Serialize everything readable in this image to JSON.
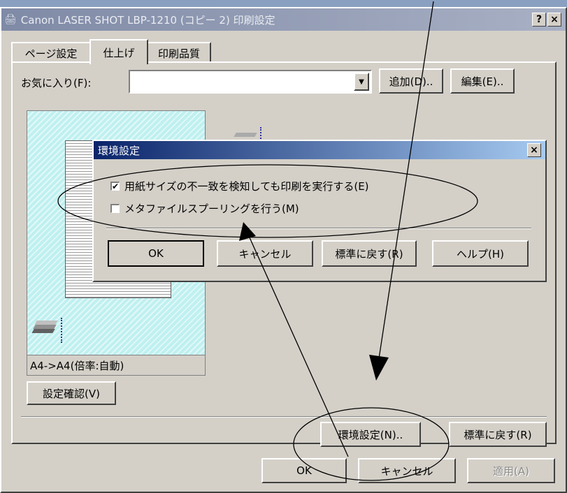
{
  "window": {
    "title": "Canon LASER SHOT LBP-1210 (コピー 2) 印刷設定",
    "help_btn": "?",
    "close_btn": "×"
  },
  "tabs": [
    {
      "label": "ページ設定"
    },
    {
      "label": "仕上げ"
    },
    {
      "label": "印刷品質"
    }
  ],
  "favorites": {
    "label": "お気に入り(F):",
    "value": "",
    "add_label": "追加(D)..",
    "edit_label": "編集(E).."
  },
  "preview": {
    "size_text": "A4->A4(倍率:自動)",
    "confirm_label": "設定確認(V)"
  },
  "finishing_buttons": {
    "env_settings_label": "環境設定(N)..",
    "restore_label": "標準に戻す(R)"
  },
  "footer": {
    "ok_label": "OK",
    "cancel_label": "キャンセル",
    "apply_label": "適用(A)"
  },
  "env_dialog": {
    "title": "環境設定",
    "close_btn": "×",
    "option1": {
      "label": "用紙サイズの不一致を検知しても印刷を実行する(E)",
      "checked": true
    },
    "option2": {
      "label": "メタファイルスプーリングを行う(M)",
      "checked": false
    },
    "ok_label": "OK",
    "cancel_label": "キャンセル",
    "restore_label": "標準に戻す(R)",
    "help_label": "ヘルプ(H)"
  }
}
